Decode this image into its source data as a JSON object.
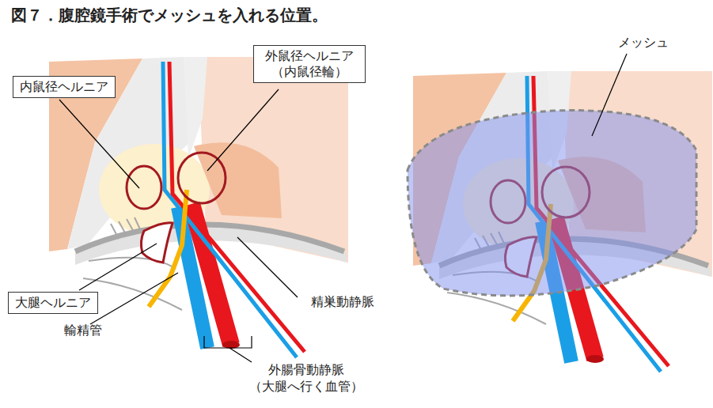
{
  "diagram": {
    "title": "図７．腹腔鏡手術でメッシュを入れる位置。",
    "nodes": [
      {
        "text": [
          "内鼠径ヘルニア"
        ]
      },
      {
        "text": [
          "外鼠径ヘルニア （内鼠径輪）"
        ]
      },
      {
        "text": [
          "大腿ヘルニア"
        ]
      }
    ],
    "labels": [
      "精巣動静脈",
      "輸精管",
      "外腸骨動静脈 （大腿へ行く血管）",
      "メッシュ"
    ]
  }
}
